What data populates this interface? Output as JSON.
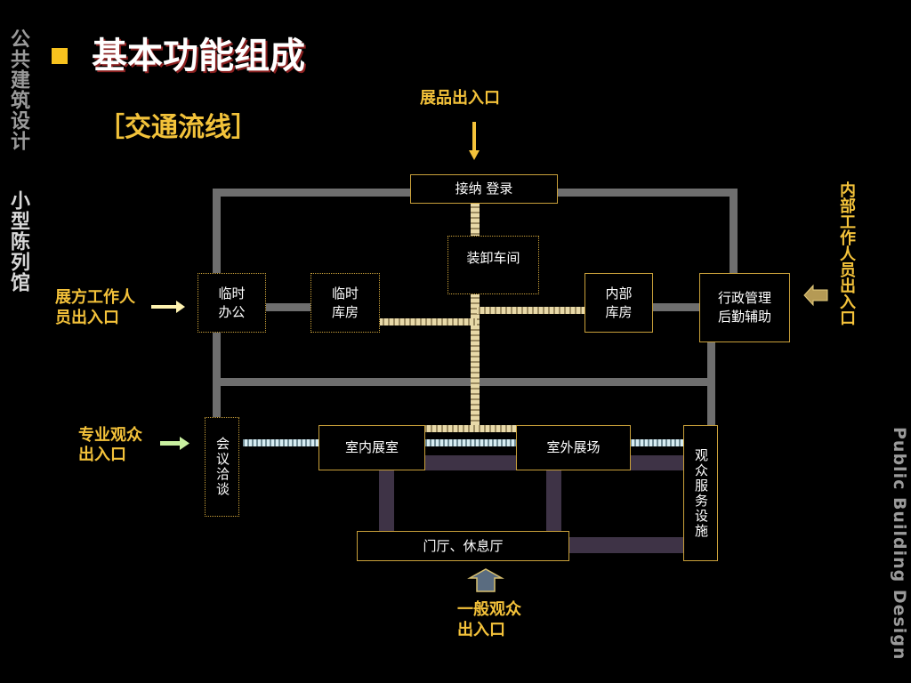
{
  "sidebar": {
    "category": "公共建筑设计",
    "topic": "小型陈列馆"
  },
  "watermark": "Public Building Design",
  "title": "基本功能组成",
  "subtitle": "［交通流线］",
  "colors": {
    "accent": "#f4c23a",
    "path_gray": "#6e6e6e",
    "path_purple": "#3e3346",
    "path_dashed_cream": "#e8d9a8",
    "path_dashed_blue": "#cfe3ea",
    "arrow_green": "#c9f0a0",
    "arrow_blue_gray": "#5a6c80"
  },
  "labels": {
    "exhibit_entrance": "展品出入口",
    "exhibitor_entrance": "展方工作人员出入口",
    "exhibitor_entrance_l1": "展方工作人",
    "exhibitor_entrance_l2": "员出入口",
    "pro_visitor_entrance_l1": "专业观众",
    "pro_visitor_entrance_l2": "出入口",
    "general_visitor_entrance_l1": "一般观众",
    "general_visitor_entrance_l2": "出入口",
    "staff_entrance": "内部工作人员出入口"
  },
  "rooms": {
    "reception": "接纳  登录",
    "loading": "装卸车间",
    "temp_office_l1": "临时",
    "temp_office_l2": "办公",
    "temp_storage_l1": "临时",
    "temp_storage_l2": "库房",
    "internal_storage_l1": "内部",
    "internal_storage_l2": "库房",
    "admin_l1": "行政管理",
    "admin_l2": "后勤辅助",
    "meeting": "会议洽谈",
    "indoor_hall": "室内展室",
    "outdoor_hall": "室外展场",
    "visitor_service": "观众服务设施",
    "lobby": "门厅、休息厅"
  }
}
